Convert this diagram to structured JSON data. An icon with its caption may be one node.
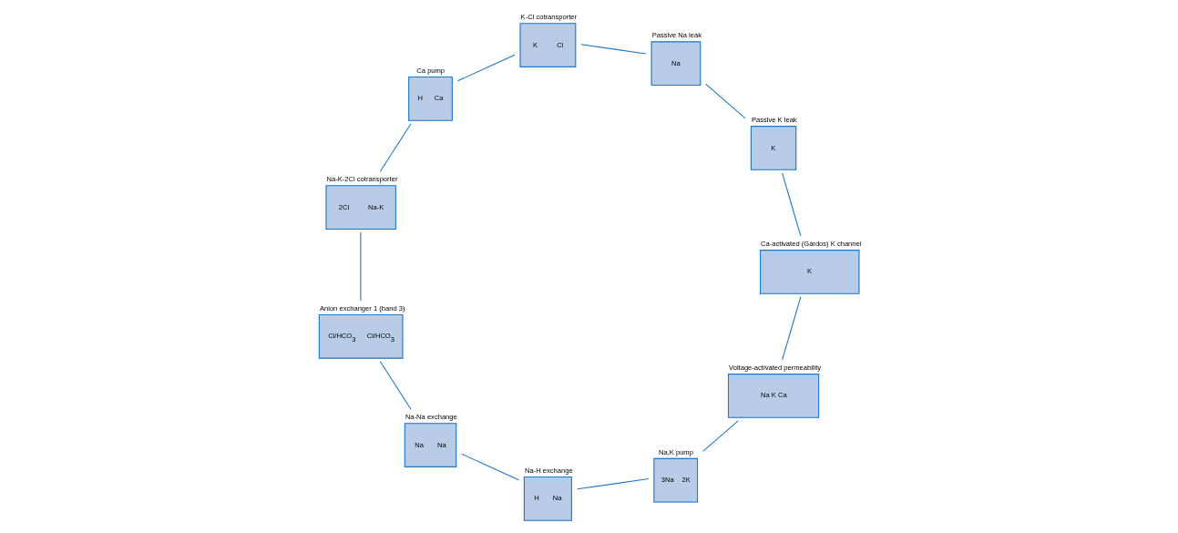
{
  "diagram": {
    "nodes": [
      {
        "text": [
          "Voltage-activated permeability",
          "Na K Ca"
        ]
      },
      {
        "text": [
          "Na,K pump",
          "3Na",
          "2K"
        ]
      },
      {
        "text": [
          "Na-H exchange",
          "H",
          "Na"
        ]
      },
      {
        "text": [
          "Na-Na exchange",
          "Na",
          "Na"
        ]
      },
      {
        "text": [
          "Anion exchanger 1 (band 3)",
          "Cl/HCO$_{3}$",
          "Cl/HCO$_{3}$"
        ]
      },
      {
        "text": [
          "Na-K-2Cl cotransporter",
          "2Cl",
          "Na-K"
        ]
      },
      {
        "text": [
          "Ca pump",
          "H",
          "Ca"
        ]
      },
      {
        "text": [
          "K-Cl cotransporter",
          "K",
          "Cl"
        ]
      },
      {
        "text": [
          "Passive Na leak",
          "Na"
        ]
      },
      {
        "text": [
          "Passive K leak",
          "K"
        ]
      },
      {
        "text": [
          "Ca-activated (Gárdos) K channel",
          "K"
        ]
      }
    ],
    "edges": [
      {
        "from": 0,
        "to": 1,
        "arrow": "none"
      },
      {
        "from": 1,
        "to": 2,
        "arrow": "none"
      },
      {
        "from": 2,
        "to": 3,
        "arrow": "none"
      },
      {
        "from": 3,
        "to": 4,
        "arrow": "none"
      },
      {
        "from": 4,
        "to": 5,
        "arrow": "none"
      },
      {
        "from": 5,
        "to": 6,
        "arrow": "none"
      },
      {
        "from": 6,
        "to": 7,
        "arrow": "none"
      },
      {
        "from": 7,
        "to": 8,
        "arrow": "none"
      },
      {
        "from": 8,
        "to": 9,
        "arrow": "none"
      },
      {
        "from": 9,
        "to": 10,
        "arrow": "none"
      },
      {
        "from": 10,
        "to": 0,
        "arrow": "none"
      }
    ]
  }
}
